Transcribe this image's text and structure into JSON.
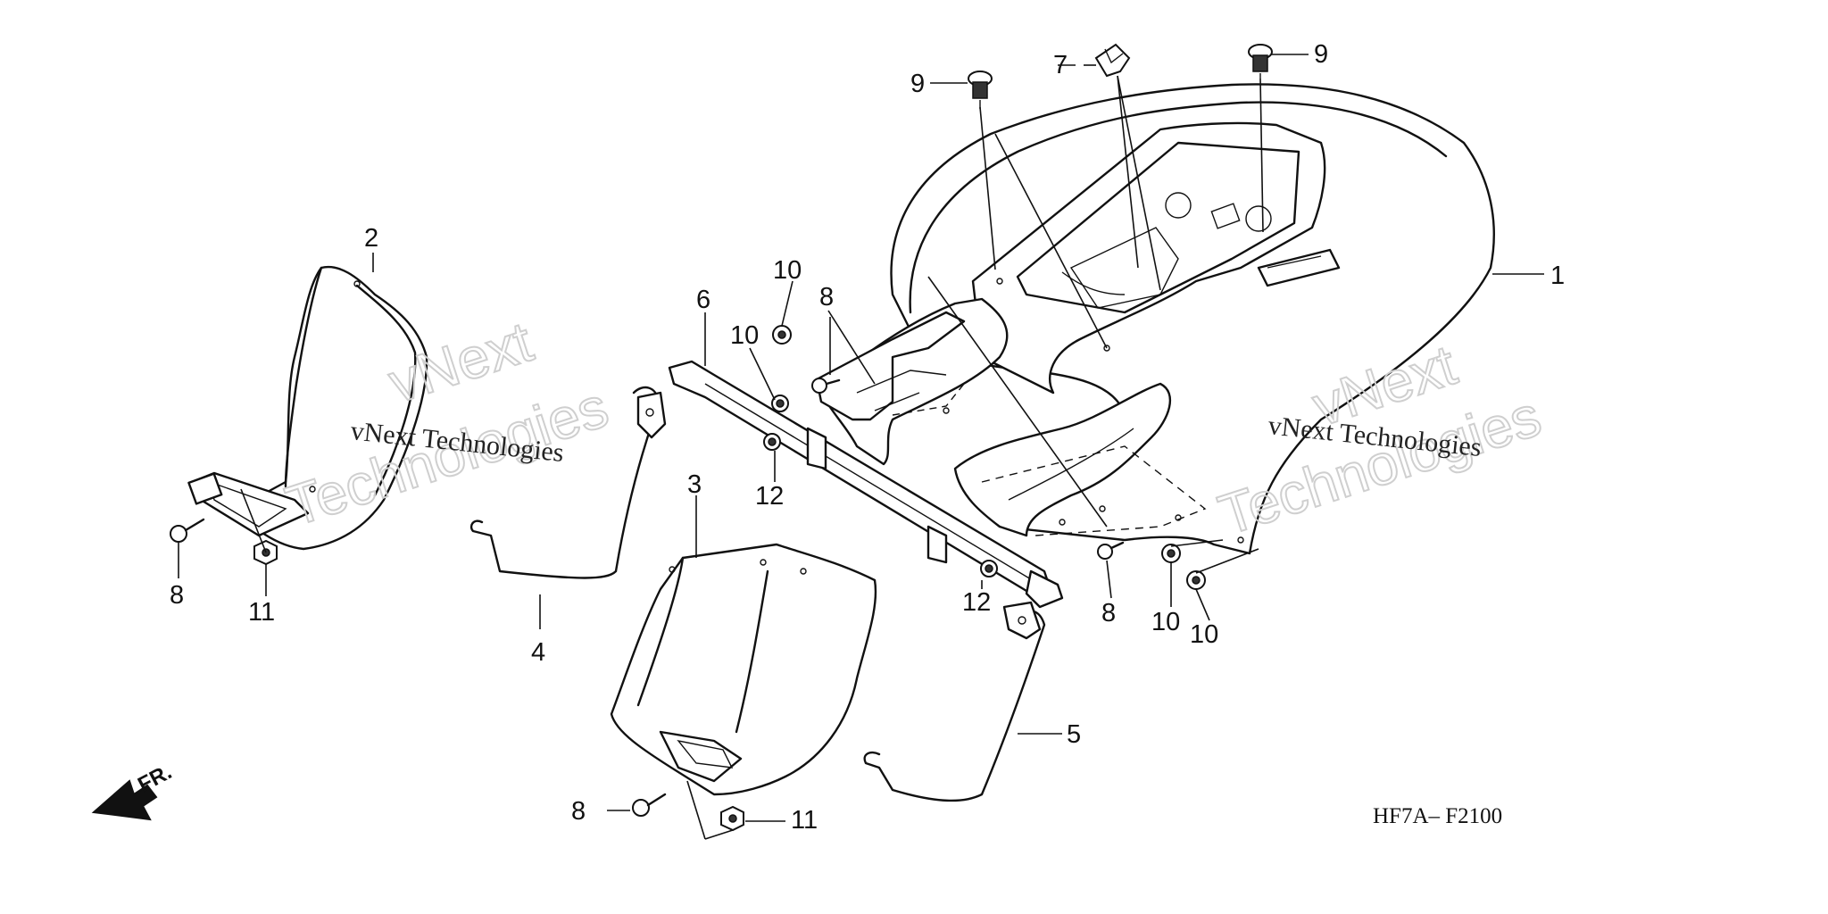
{
  "diagram": {
    "code": "HF7A– F2100",
    "direction_label": "FR.",
    "watermark_line1": "vNext Technologies",
    "watermark_line2": "vNext",
    "watermark_line3": "Technologies",
    "parts": {
      "p1": "1",
      "p2": "2",
      "p3": "3",
      "p4": "4",
      "p5": "5",
      "p6": "6",
      "p7": "7",
      "p8": "8",
      "p9": "9",
      "p10": "10",
      "p11": "11",
      "p12": "12"
    }
  }
}
